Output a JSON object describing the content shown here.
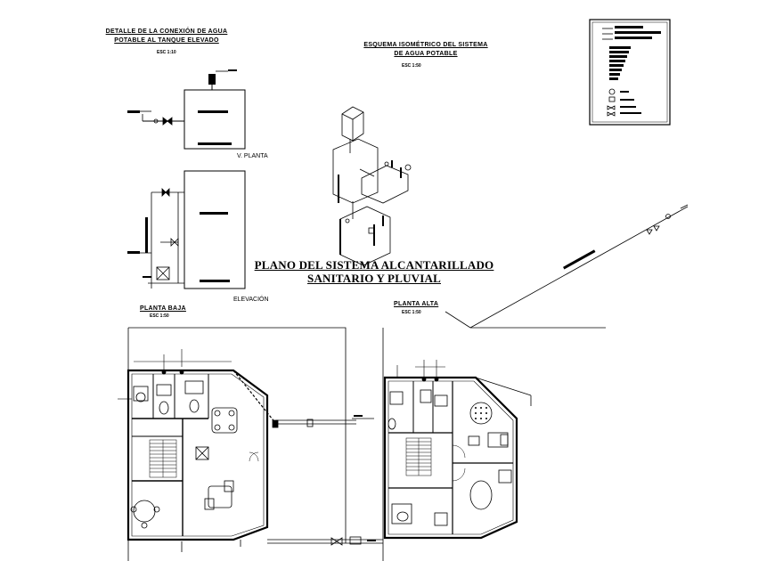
{
  "texts": {
    "detail_title_1": "DETALLE DE LA CONEXIÓN DE AGUA",
    "detail_title_2": "POTABLE AL TANQUE ELEVADO",
    "detail_scale": "ESC 1:10",
    "iso_title_1": "ESQUEMA ISOMÉTRICO DEL SISTEMA",
    "iso_title_2": "DE AGUA POTABLE",
    "iso_scale": "ESC 1:50",
    "vplanta_label": "V. PLANTA",
    "elevacion_label": "ELEVACIÓN",
    "main_title_1": "PLANO DEL SISTEMA ALCANTARILLADO",
    "main_title_2": "SANITARIO Y PLUVIAL",
    "planta_baja": "PLANTA BAJA",
    "planta_baja_scale": "ESC 1:50",
    "planta_alta": "PLANTA ALTA",
    "planta_alta_scale": "ESC 1:50"
  },
  "colors": {
    "ink": "#000000",
    "paper": "#ffffff"
  }
}
